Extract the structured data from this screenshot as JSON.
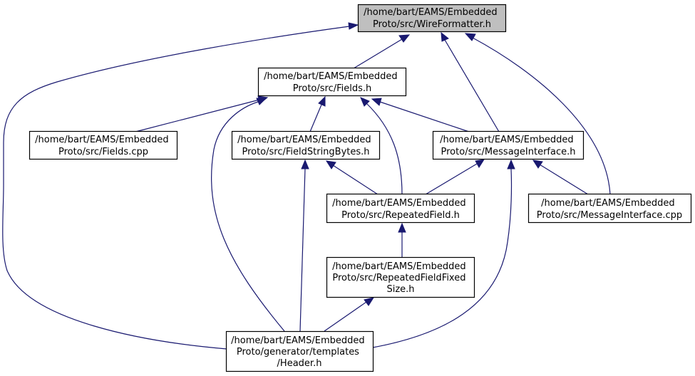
{
  "colors": {
    "edge": "#191970",
    "highlight_fill": "#bfbfbf",
    "node_fill": "#ffffff",
    "node_border": "#000000"
  },
  "nodes": {
    "wireformatter_h": {
      "lines": [
        "/home/bart/EAMS/Embedded",
        "Proto/src/WireFormatter.h"
      ]
    },
    "fields_h": {
      "lines": [
        "/home/bart/EAMS/Embedded",
        "Proto/src/Fields.h"
      ]
    },
    "fields_cpp": {
      "lines": [
        "/home/bart/EAMS/Embedded",
        "Proto/src/Fields.cpp"
      ]
    },
    "fieldstringbytes_h": {
      "lines": [
        "/home/bart/EAMS/Embedded",
        "Proto/src/FieldStringBytes.h"
      ]
    },
    "messageinterface_h": {
      "lines": [
        "/home/bart/EAMS/Embedded",
        "Proto/src/MessageInterface.h"
      ]
    },
    "repeatedfield_h": {
      "lines": [
        "/home/bart/EAMS/Embedded",
        "Proto/src/RepeatedField.h"
      ]
    },
    "messageinterface_cpp": {
      "lines": [
        "/home/bart/EAMS/Embedded",
        "Proto/src/MessageInterface.cpp"
      ]
    },
    "repeatedfieldfixedsize_h": {
      "lines": [
        "/home/bart/EAMS/Embedded",
        "Proto/src/RepeatedFieldFixed",
        "Size.h"
      ]
    },
    "header_h": {
      "lines": [
        "/home/bart/EAMS/Embedded",
        "Proto/generator/templates",
        "/Header.h"
      ]
    }
  }
}
